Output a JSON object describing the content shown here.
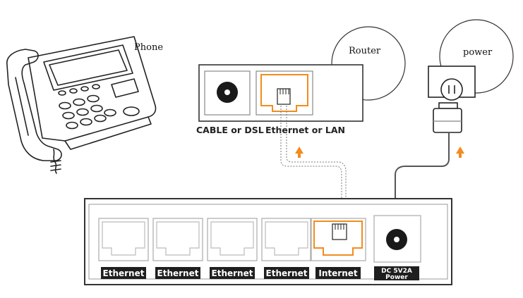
{
  "labels": {
    "phone": "Phone",
    "router": "Router",
    "power": "power",
    "cable_or_dsl": "CABLE or DSL",
    "ethernet_or_lan": "Ethernet or LAN"
  },
  "device_ports": [
    {
      "label": "Ethernet"
    },
    {
      "label": "Ethernet"
    },
    {
      "label": "Ethernet"
    },
    {
      "label": "Ethernet"
    },
    {
      "label": "Internet"
    }
  ],
  "power_port": {
    "line1": "DC 5V2A",
    "line2": "Power"
  },
  "colors": {
    "accent_orange": "#f28c1e",
    "outline": "#2b2b2b",
    "label_bg": "#1f1f1f",
    "line_gray": "#555555"
  }
}
